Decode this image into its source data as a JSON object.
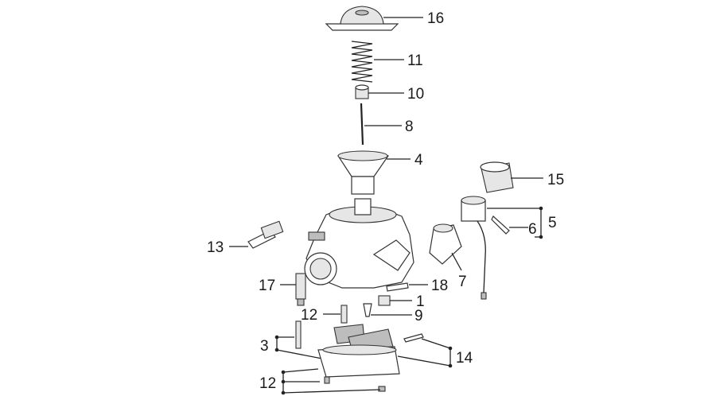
{
  "diagram": {
    "callouts": [
      {
        "id": "16",
        "text": "16"
      },
      {
        "id": "11",
        "text": "11"
      },
      {
        "id": "10",
        "text": "10"
      },
      {
        "id": "8",
        "text": "8"
      },
      {
        "id": "4",
        "text": "4"
      },
      {
        "id": "15",
        "text": "15"
      },
      {
        "id": "5",
        "text": "5"
      },
      {
        "id": "6",
        "text": "6"
      },
      {
        "id": "13",
        "text": "13"
      },
      {
        "id": "7",
        "text": "7"
      },
      {
        "id": "17",
        "text": "17"
      },
      {
        "id": "18",
        "text": "18"
      },
      {
        "id": "1",
        "text": "1"
      },
      {
        "id": "12a",
        "text": "12"
      },
      {
        "id": "9",
        "text": "9"
      },
      {
        "id": "3",
        "text": "3"
      },
      {
        "id": "14",
        "text": "14"
      },
      {
        "id": "12b",
        "text": "12"
      }
    ]
  }
}
